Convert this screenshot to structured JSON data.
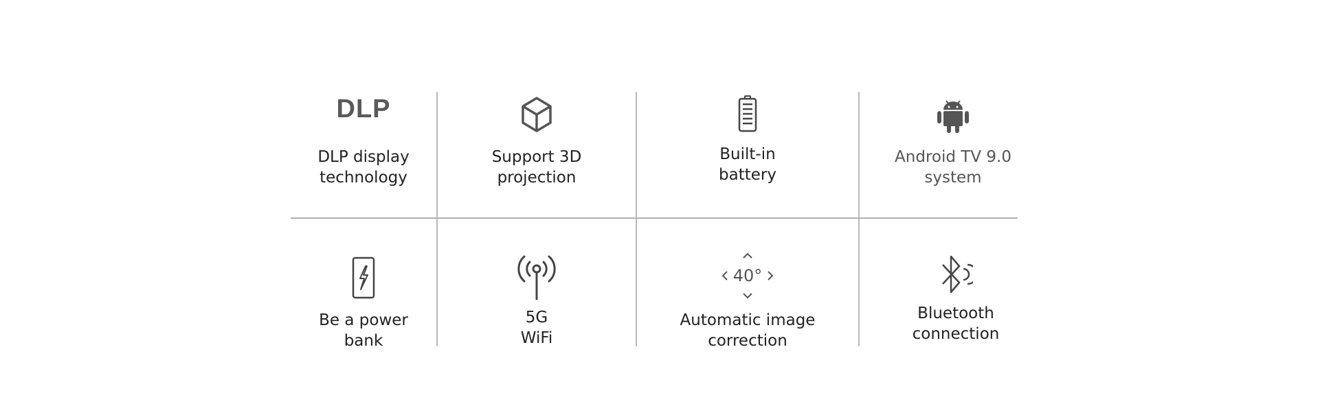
{
  "features": [
    {
      "icon": "dlp-logo-icon",
      "logo_text": "DLP",
      "line1": "DLP display",
      "line2": "technology"
    },
    {
      "icon": "cube-3d-icon",
      "line1": "Support 3D",
      "line2": "projection"
    },
    {
      "icon": "battery-icon",
      "line1": "Built-in",
      "line2": "battery"
    },
    {
      "icon": "android-icon",
      "line1": "Android TV 9.0",
      "line2": "system"
    },
    {
      "icon": "phone-charging-icon",
      "line1": "Be a power",
      "line2": "bank"
    },
    {
      "icon": "wifi-antenna-icon",
      "line1": "5G",
      "line2": "WiFi"
    },
    {
      "icon": "keystone-correction-icon",
      "icon_text": "40°",
      "line1": "Automatic image",
      "line2": "correction"
    },
    {
      "icon": "bluetooth-icon",
      "line1": "Bluetooth",
      "line2": "connection"
    }
  ],
  "colors": {
    "text": "#222222",
    "icon": "#555555",
    "divider": "#b0b0b0"
  }
}
